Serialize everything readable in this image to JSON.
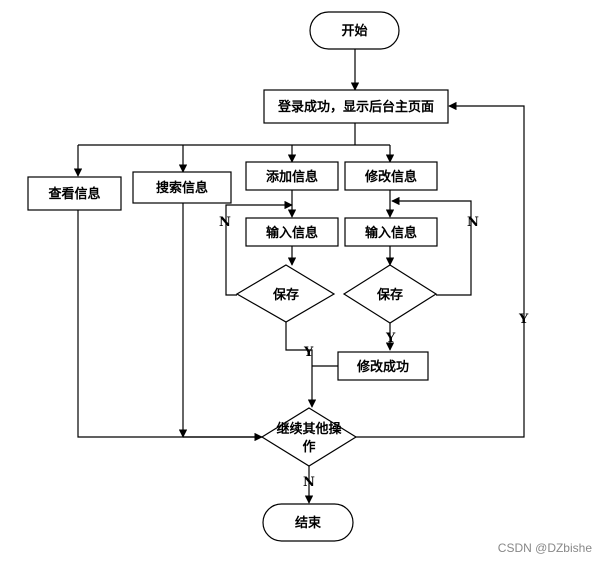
{
  "nodes": {
    "start": "开始",
    "login": "登录成功，显示后台主页面",
    "view": "查看信息",
    "search": "搜索信息",
    "add": "添加信息",
    "edit": "修改信息",
    "input_add": "输入信息",
    "input_edit": "输入信息",
    "save_add": "保存",
    "save_edit": "保存",
    "edit_success": "修改成功",
    "continue_line1": "继续其他操",
    "continue_line2": "作",
    "end": "结束"
  },
  "edge_labels": {
    "n_add": "N",
    "n_edit": "N",
    "y_add": "Y",
    "y_edit": "Y",
    "y_continue": "Y",
    "n_continue": "N"
  },
  "watermark": "CSDN @DZbishe"
}
